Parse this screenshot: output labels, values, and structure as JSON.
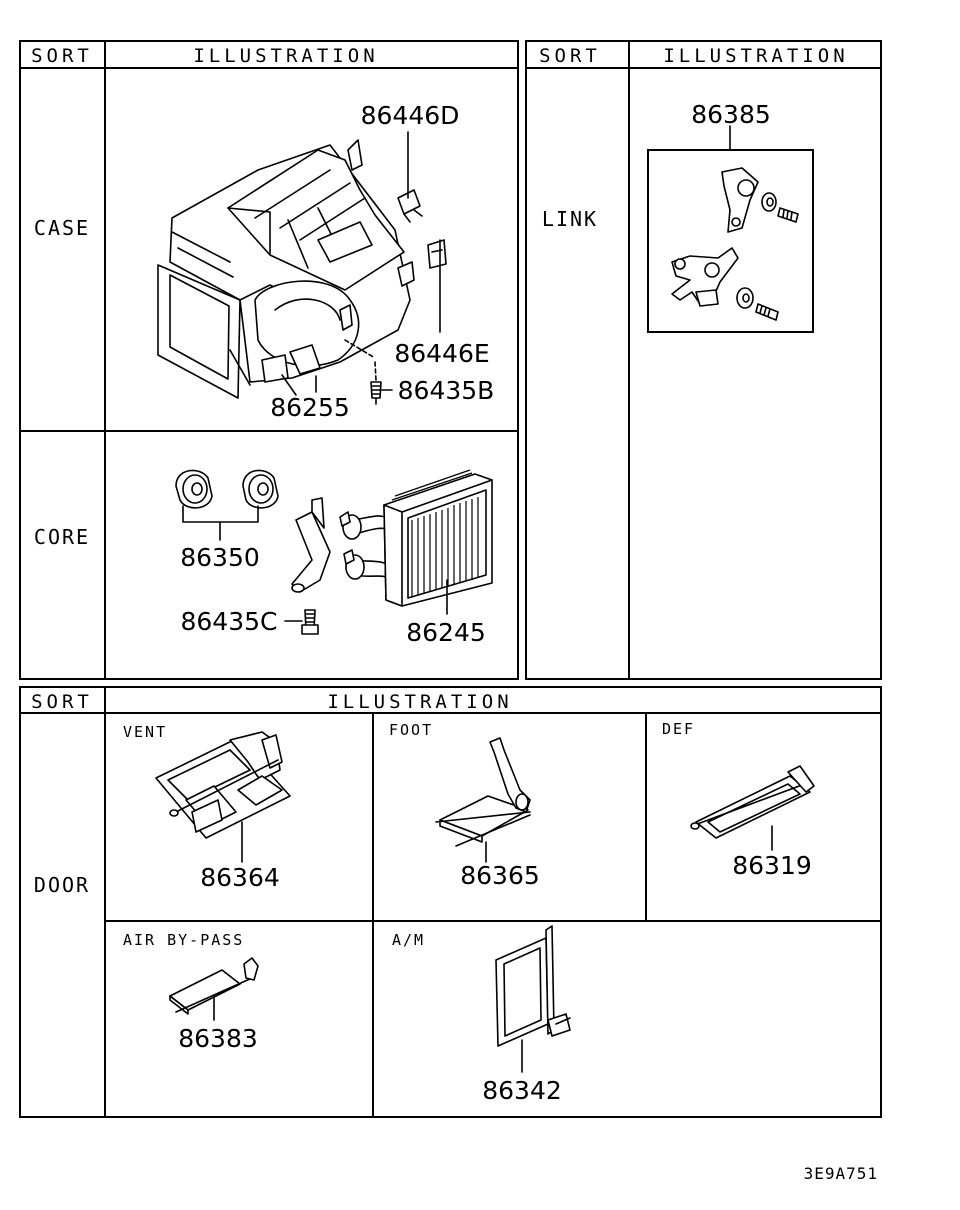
{
  "headers": {
    "sort": "SORT",
    "illustration": "ILLUSTRATION"
  },
  "sorts": {
    "case": "CASE",
    "core": "CORE",
    "link": "LINK",
    "door": "DOOR"
  },
  "subsections": {
    "vent": "VENT",
    "foot": "FOOT",
    "def": "DEF",
    "air_bypass": "AIR BY-PASS",
    "am": "A/M"
  },
  "parts": {
    "p86446D": "86446D",
    "p86446E": "86446E",
    "p86435B": "86435B",
    "p86255": "86255",
    "p86350": "86350",
    "p86435C": "86435C",
    "p86245": "86245",
    "p86385": "86385",
    "p86364": "86364",
    "p86365": "86365",
    "p86319": "86319",
    "p86383": "86383",
    "p86342": "86342"
  },
  "drawing_code": "3E9A751"
}
